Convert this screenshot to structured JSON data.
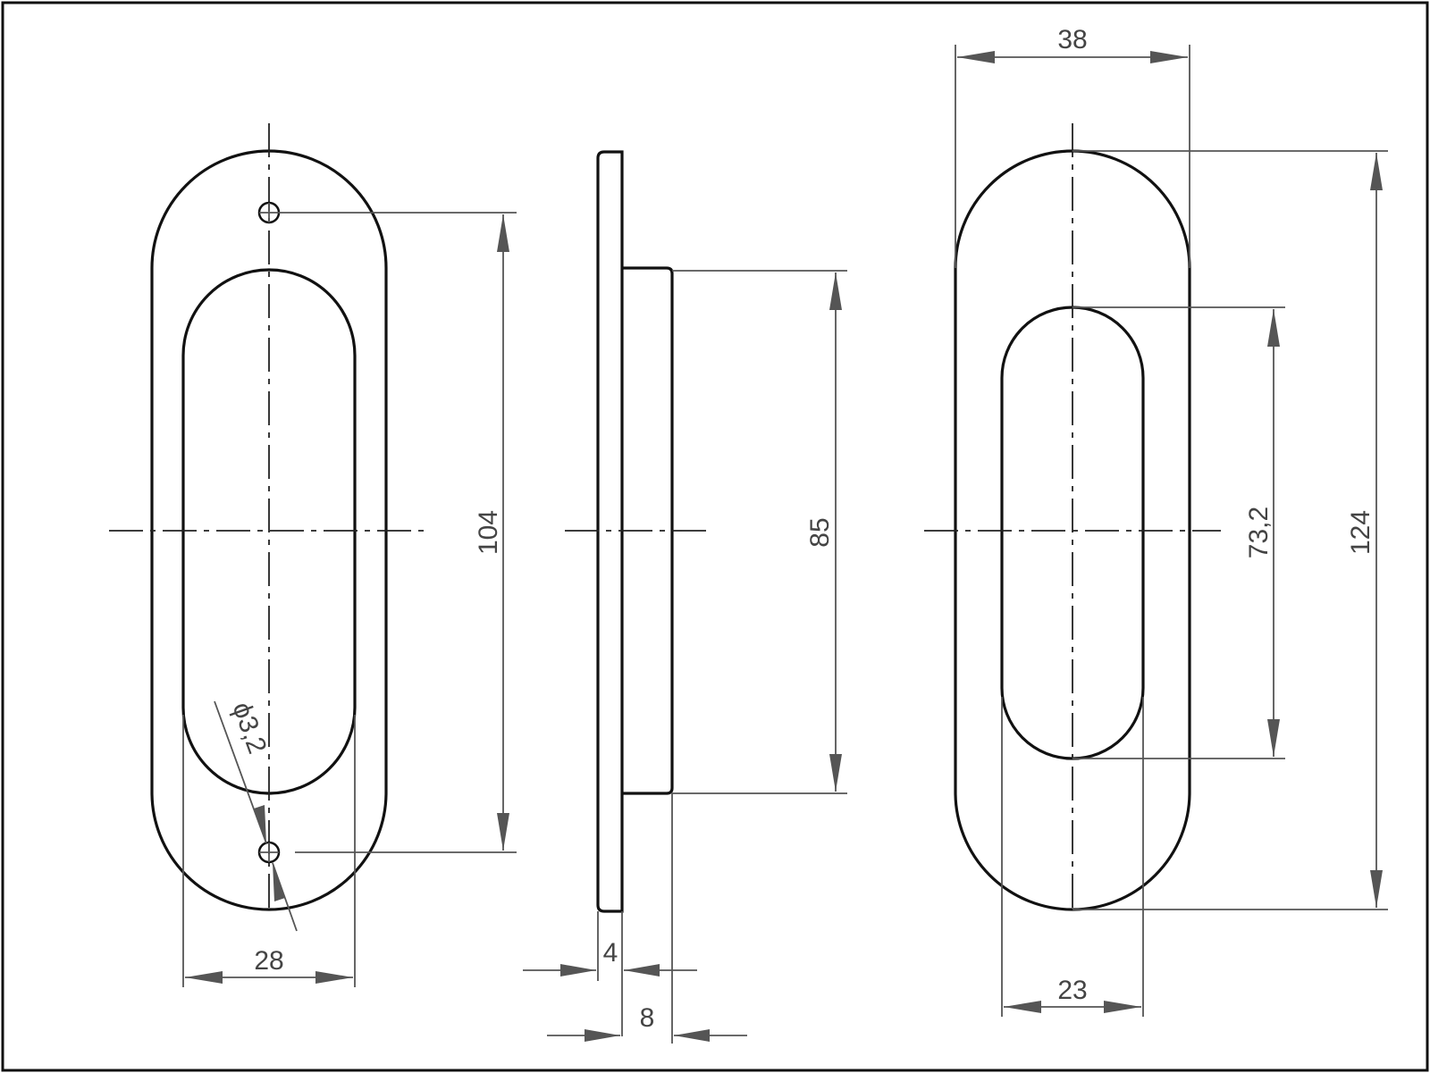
{
  "dimensions": {
    "front_plate_height": "104",
    "inner_recess_width": "28",
    "hole_diameter": "ϕ3,2",
    "side_recess_height": "85",
    "plate_thickness": "4",
    "recess_depth": "8",
    "outer_width": "38",
    "outer_height": "124",
    "rear_inner_height": "73,2",
    "rear_inner_width": "23"
  },
  "colors": {
    "outline": "#111111",
    "dimension": "#555555",
    "background": "#ffffff"
  }
}
